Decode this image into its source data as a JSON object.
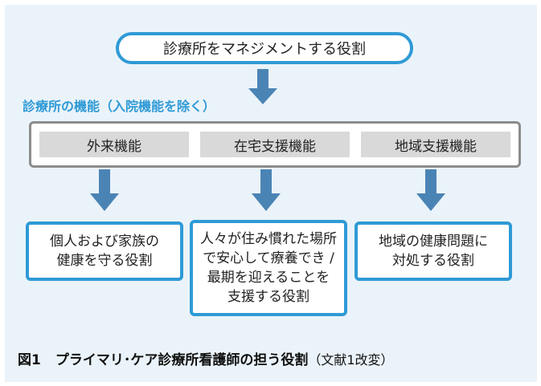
{
  "top_box": {
    "label": "診療所をマネジメントする役割"
  },
  "section_label": "診療所の機能（入院機能を除く）",
  "functions": [
    {
      "label": "外来機能"
    },
    {
      "label": "在宅支援機能"
    },
    {
      "label": "地域支援機能"
    }
  ],
  "roles": [
    {
      "lines": [
        "個人および家族の",
        "健康を守る役割"
      ]
    },
    {
      "lines": [
        "人々が住み慣れた場所",
        "で安心して療養でき /",
        "最期を迎えることを",
        "支援する役割"
      ]
    },
    {
      "lines": [
        "地域の健康問題に",
        "対処する役割"
      ]
    }
  ],
  "caption": {
    "fig_no": "図1",
    "title": "プライマリ･ケア診療所看護師の担う役割",
    "source": "（文献1改変）"
  },
  "colors": {
    "accent_blue": "#2f9ad6",
    "arrow_blue": "#4a84b5",
    "panel_bg": "#eaf3f9",
    "function_bg": "#d9d9d9",
    "border_gray": "#8c8c8c"
  }
}
